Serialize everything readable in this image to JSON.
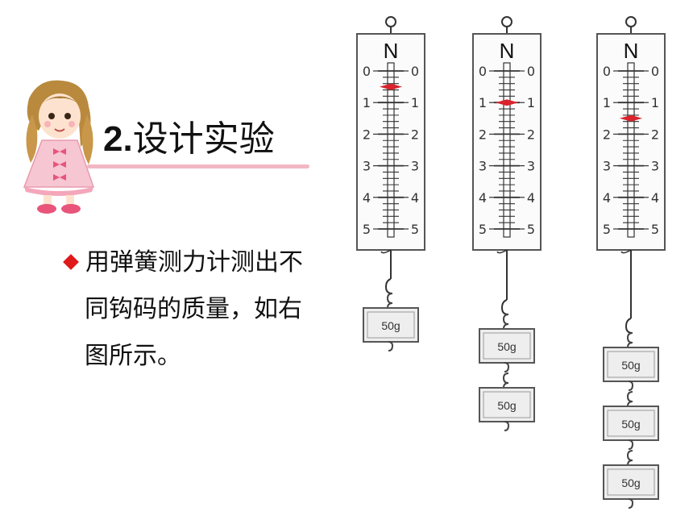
{
  "section": {
    "number": "2.",
    "title": "设计实验"
  },
  "body": {
    "lines": [
      "用弹簧测力计测出不",
      "同钩码的质量，如右",
      "图所示。"
    ]
  },
  "spring_scales": [
    {
      "unit": "N",
      "scale_labels": [
        "0",
        "1",
        "2",
        "3",
        "4",
        "5"
      ],
      "reading_N": 0.5,
      "weight_labels": [
        "50g"
      ]
    },
    {
      "unit": "N",
      "scale_labels": [
        "0",
        "1",
        "2",
        "3",
        "4",
        "5"
      ],
      "reading_N": 1.0,
      "weight_labels": [
        "50g",
        "50g"
      ]
    },
    {
      "unit": "N",
      "scale_labels": [
        "0",
        "1",
        "2",
        "3",
        "4",
        "5"
      ],
      "reading_N": 1.5,
      "weight_labels": [
        "50g",
        "50g",
        "50g"
      ]
    }
  ],
  "colors": {
    "pointer": "#d9232d",
    "bullet": "#e0191b",
    "underline": "#f3b7c3",
    "weight_fill": "#eeeeee"
  },
  "icons": {
    "mascot": "cartoon-girl-icon",
    "bullet": "diamond-bullet-icon"
  }
}
